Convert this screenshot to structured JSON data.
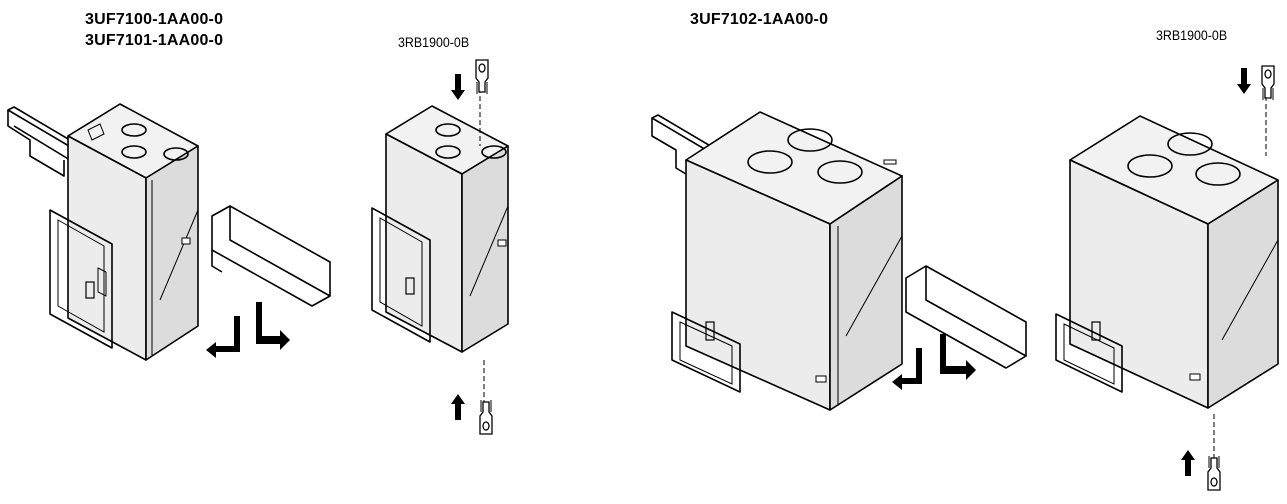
{
  "figure": {
    "left_group": {
      "models": [
        "3UF7100-1AA00-0",
        "3UF7101-1AA00-0"
      ],
      "accessory_part": "3RB1900-0B"
    },
    "right_group": {
      "models": [
        "3UF7102-1AA00-0"
      ],
      "accessory_part": "3RB1900-0B"
    }
  },
  "colors": {
    "line": "#000000",
    "face_light": "#f2f2f2",
    "face_mid": "#e2e2e2",
    "face_dark": "#d3d3d3",
    "arrow": "#000000"
  }
}
